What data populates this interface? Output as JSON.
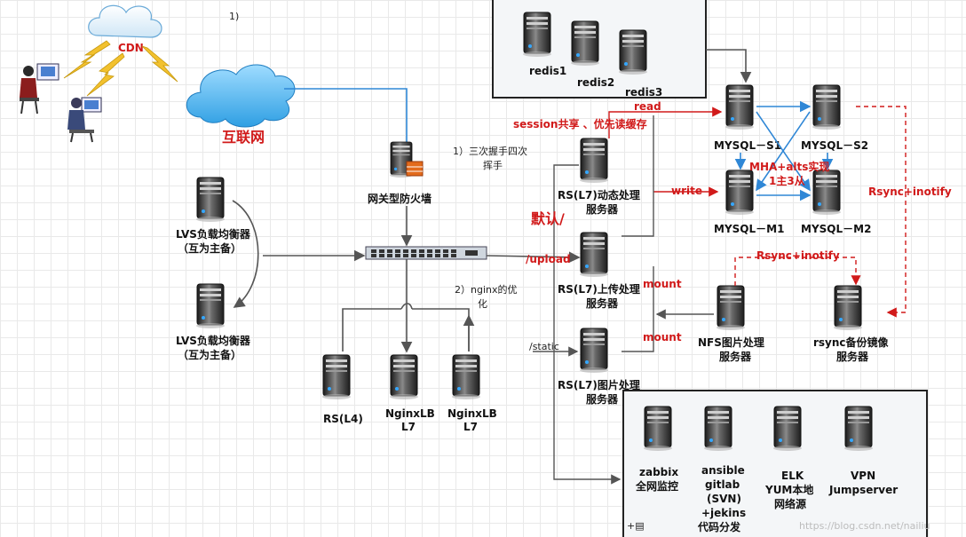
{
  "labels": {
    "step1": "1)",
    "cdn": "CDN",
    "internet": "互联网",
    "firewall": "网关型防火墙",
    "lvs1_a": "LVS负载均衡器",
    "lvs1_b": "（互为主备）",
    "lvs2_a": "LVS负载均衡器",
    "lvs2_b": "（互为主备）",
    "handshake_a": "1）三次握手四次",
    "handshake_b": "挥手",
    "nginx_opt_a": "2）nginx的优",
    "nginx_opt_b": "化",
    "rs_l4": "RS(L4)",
    "nginxlb1_a": "NginxLB",
    "nginxlb1_b": "L7",
    "nginxlb2_a": "NginxLB",
    "nginxlb2_b": "L7",
    "redis1": "redis1",
    "redis2": "redis2",
    "redis3": "redis3",
    "session": "session共享 、优先读缓存",
    "read": "read",
    "write": "write",
    "default": "默认/",
    "upload": "/upload",
    "static": "/static",
    "rs_dynamic_a": "RS(L7)动态处理",
    "rs_dynamic_b": "服务器",
    "rs_upload_a": "RS(L7)上传处理",
    "rs_upload_b": "服务器",
    "rs_image_a": "RS(L7)图片处理",
    "rs_image_b": "服务器",
    "mount1": "mount",
    "mount2": "mount",
    "mysql_s1": "MYSQL－S1",
    "mysql_s2": "MYSQL－S2",
    "mysql_m1": "MYSQL－M1",
    "mysql_m2": "MYSQL－M2",
    "mha_a": "MHA+alts实现",
    "mha_b": "1主3从",
    "rsync_inotify_1": "Rsync+inotify",
    "rsync_inotify_2": "Rsync+inotify",
    "nfs_a": "NFS图片处理",
    "nfs_b": "服务器",
    "rsync_backup_a": "rsync备份镜像",
    "rsync_backup_b": "服务器",
    "zabbix_a": "zabbix",
    "zabbix_b": "全网监控",
    "ansible_a": "ansible",
    "ansible_b": "gitlab",
    "ansible_c": "(SVN)",
    "ansible_d": "+jekins",
    "ansible_e": "代码分发",
    "elk_a": "ELK",
    "elk_b": "YUM本地",
    "elk_c": "网络源",
    "vpn_a": "VPN",
    "vpn_b": "Jumpserver",
    "watermark": "https://blog.csdn.net/nailiu"
  },
  "colors": {
    "red": "#d11a1a",
    "blue_line": "#2f87d6",
    "arrow_gray": "#555555",
    "lightning": "#f2c12e"
  }
}
